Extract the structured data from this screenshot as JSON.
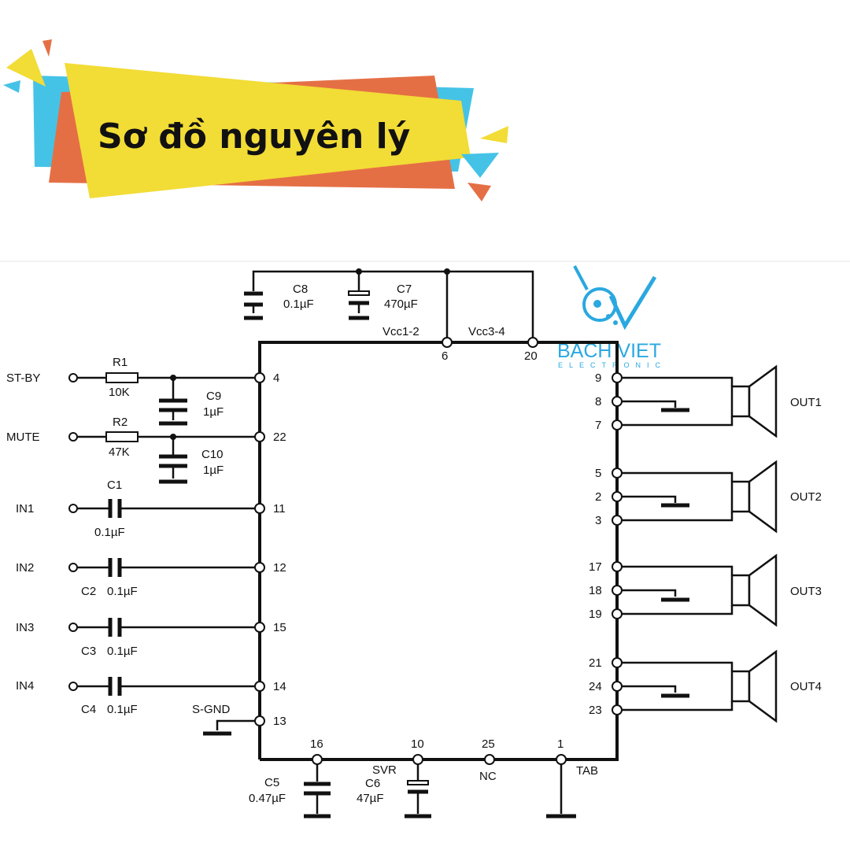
{
  "banner": {
    "title": "Sơ đồ nguyên lý",
    "colors": {
      "yellow": "#f2dc36",
      "orange": "#e56f45",
      "cyan": "#45c3e6"
    }
  },
  "logo": {
    "name": "BACH VIET",
    "subtitle": "ELECTRONIC",
    "icon": "bv-logo-icon",
    "color": "#2aa8e0"
  },
  "schematic": {
    "inputs": {
      "st_by": "ST-BY",
      "mute": "MUTE",
      "in1": "IN1",
      "in2": "IN2",
      "in3": "IN3",
      "in4": "IN4",
      "s_gnd": "S-GND"
    },
    "components": {
      "r1": {
        "name": "R1",
        "value": "10K"
      },
      "r2": {
        "name": "R2",
        "value": "47K"
      },
      "c1": {
        "name": "C1",
        "value": "0.1µF"
      },
      "c2": {
        "name": "C2",
        "value": "0.1µF"
      },
      "c3": {
        "name": "C3",
        "value": "0.1µF"
      },
      "c4": {
        "name": "C4",
        "value": "0.1µF"
      },
      "c5": {
        "name": "C5",
        "value": "0.47µF"
      },
      "c6": {
        "name": "C6",
        "value": "47µF"
      },
      "c7": {
        "name": "C7",
        "value": "470µF"
      },
      "c8": {
        "name": "C8",
        "value": "0.1µF"
      },
      "c9": {
        "name": "C9",
        "value": "1µF"
      },
      "c10": {
        "name": "C10",
        "value": "1µF"
      }
    },
    "supply": {
      "vcc12": "Vcc1-2",
      "vcc34": "Vcc3-4"
    },
    "bottom_labels": {
      "svr": "SVR",
      "nc": "NC",
      "tab": "TAB"
    },
    "pins": {
      "p6": "6",
      "p20": "20",
      "p4": "4",
      "p22": "22",
      "p11": "11",
      "p12": "12",
      "p15": "15",
      "p14": "14",
      "p13": "13",
      "p16": "16",
      "p10": "10",
      "p25": "25",
      "p1": "1",
      "p9": "9",
      "p8": "8",
      "p7": "7",
      "p5": "5",
      "p2": "2",
      "p3": "3",
      "p17": "17",
      "p18": "18",
      "p19": "19",
      "p21": "21",
      "p24": "24",
      "p23": "23"
    },
    "outputs": {
      "out1": "OUT1",
      "out2": "OUT2",
      "out3": "OUT3",
      "out4": "OUT4"
    }
  }
}
